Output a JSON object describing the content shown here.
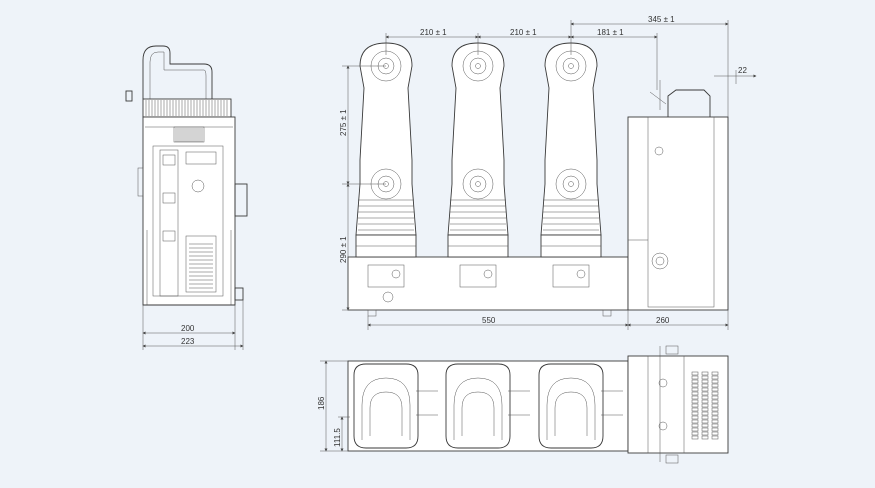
{
  "dimensions": {
    "side_depth": "200",
    "side_total": "223",
    "pole_pitch_1": "210 ± 1",
    "pole_pitch_2": "210 ± 1",
    "offset_181": "181 ± 1",
    "offset_345": "345 ± 1",
    "arm_22": "22",
    "contact_height": "275 ± 1",
    "base_height": "290 ± 1",
    "front_width": "550",
    "mech_width": "260",
    "top_depth": "186",
    "top_offset": "111.5"
  },
  "colors": {
    "background": "#eef3f9",
    "line": "#3a3a3a"
  }
}
